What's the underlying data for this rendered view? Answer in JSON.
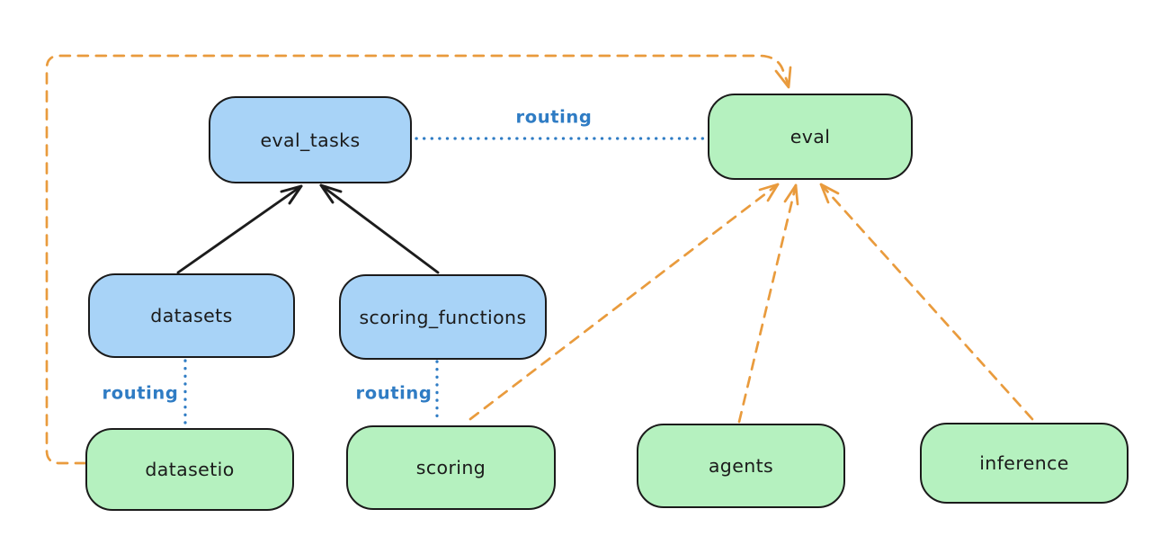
{
  "colors": {
    "canvas_bg": "#ffffff",
    "node_border": "#1b1b1b",
    "blue_fill": "#a8d3f7",
    "green_fill": "#b5f1bf",
    "routing_blue": "#2f7cc4",
    "orange": "#e99b3d"
  },
  "nodes": [
    {
      "id": "eval_tasks",
      "label": "eval_tasks",
      "color": "blue"
    },
    {
      "id": "eval",
      "label": "eval",
      "color": "green"
    },
    {
      "id": "datasets",
      "label": "datasets",
      "color": "blue"
    },
    {
      "id": "scoring_functions",
      "label": "scoring_functions",
      "color": "blue"
    },
    {
      "id": "datasetio",
      "label": "datasetio",
      "color": "green"
    },
    {
      "id": "scoring",
      "label": "scoring",
      "color": "green"
    },
    {
      "id": "agents",
      "label": "agents",
      "color": "green"
    },
    {
      "id": "inference",
      "label": "inference",
      "color": "green"
    }
  ],
  "edges": [
    {
      "from": "datasets",
      "to": "eval_tasks",
      "style": "solid",
      "color": "black",
      "arrow": true
    },
    {
      "from": "scoring_functions",
      "to": "eval_tasks",
      "style": "solid",
      "color": "black",
      "arrow": true
    },
    {
      "from": "eval_tasks",
      "to": "eval",
      "style": "dotted",
      "color": "blue",
      "arrow": false,
      "label": "routing"
    },
    {
      "from": "datasets",
      "to": "datasetio",
      "style": "dotted",
      "color": "blue",
      "arrow": false,
      "label": "routing"
    },
    {
      "from": "scoring_functions",
      "to": "scoring",
      "style": "dotted",
      "color": "blue",
      "arrow": false,
      "label": "routing"
    },
    {
      "from": "datasetio",
      "to": "eval",
      "style": "dashed",
      "color": "orange",
      "arrow": true
    },
    {
      "from": "scoring",
      "to": "eval",
      "style": "dashed",
      "color": "orange",
      "arrow": true
    },
    {
      "from": "agents",
      "to": "eval",
      "style": "dashed",
      "color": "orange",
      "arrow": true
    },
    {
      "from": "inference",
      "to": "eval",
      "style": "dashed",
      "color": "orange",
      "arrow": true
    }
  ],
  "edge_labels": {
    "routing_top": "routing",
    "routing_left": "routing",
    "routing_middle": "routing"
  }
}
